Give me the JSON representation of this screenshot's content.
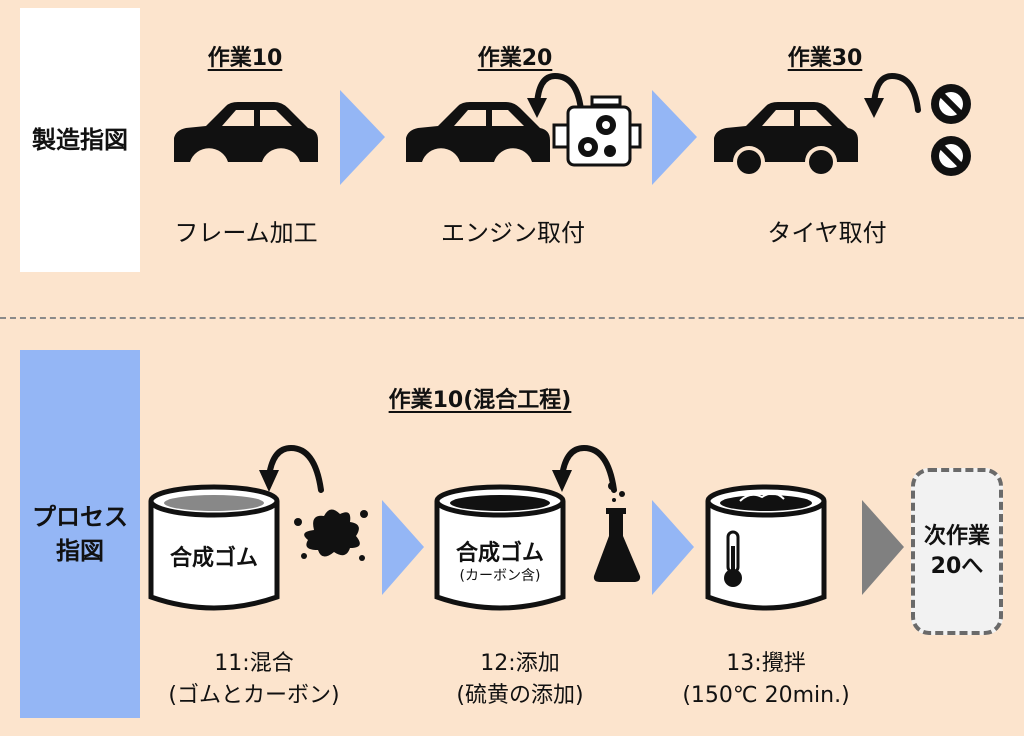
{
  "manufacturing": {
    "side_label": "製造指図",
    "steps": [
      {
        "task": "作業10",
        "caption": "フレーム加工"
      },
      {
        "task": "作業20",
        "caption": "エンジン取付"
      },
      {
        "task": "作業30",
        "caption": "タイヤ取付"
      }
    ]
  },
  "process": {
    "side_label": "プロセス\n指図",
    "title": "作業10(混合工程)",
    "drums": [
      {
        "label": "合成ゴム",
        "sub": ""
      },
      {
        "label": "合成ゴム",
        "sub": "(カーボン含)"
      },
      {
        "label": "",
        "sub": ""
      }
    ],
    "steps": [
      {
        "label": "11:混合\n(ゴムとカーボン)"
      },
      {
        "label": "12:添加\n(硫黄の添加)"
      },
      {
        "label": "13:攪拌\n(150℃ 20min.)"
      }
    ],
    "next_label": "次作業\n20へ"
  },
  "colors": {
    "background": "#fce4cd",
    "arrow_blue": "#94b6f5",
    "arrow_gray": "#808080",
    "side_blue": "#94b6f5"
  },
  "icons": [
    "car-frame-icon",
    "engine-icon",
    "tire-icon",
    "carbon-splash-icon",
    "flask-icon",
    "thermometer-icon",
    "curved-arrow-icon"
  ]
}
